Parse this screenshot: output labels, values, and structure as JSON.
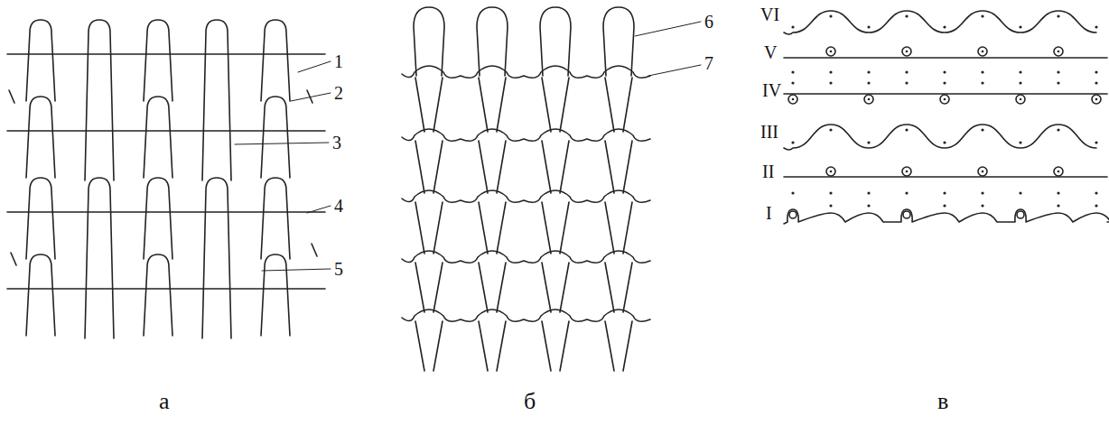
{
  "diagram": {
    "labels": [
      "1",
      "2",
      "3",
      "4",
      "5",
      "6",
      "7",
      "VI",
      "V",
      "IV",
      "III",
      "II",
      "I",
      "а",
      "б",
      "в"
    ]
  }
}
